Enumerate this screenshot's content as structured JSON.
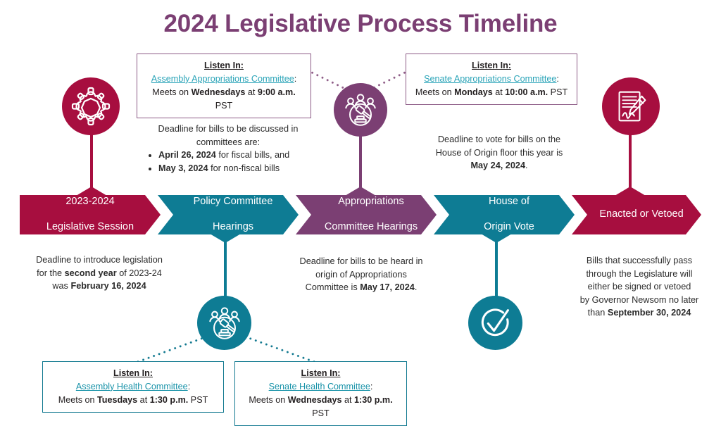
{
  "title": "2024 Legislative Process Timeline",
  "colors": {
    "crimson": "#A70E3F",
    "teal": "#0E7C94",
    "purple": "#7B3F73",
    "title_purple": "#7B3F73",
    "link_teal": "#2AA4B8",
    "text": "#2B2B2B"
  },
  "stages": [
    {
      "line1": "2023-2024",
      "line2": "Legislative Session",
      "color": "#A70E3F",
      "name": "stage-legislative-session"
    },
    {
      "line1": "Policy Committee",
      "line2": "Hearings",
      "color": "#0E7C94",
      "name": "stage-policy-committee-hearings"
    },
    {
      "line1": "Appropriations",
      "line2": "Committee Hearings",
      "color": "#7B3F73",
      "name": "stage-appropriations-committee-hearings"
    },
    {
      "line1": "House of",
      "line2": "Origin Vote",
      "color": "#0E7C94",
      "name": "stage-house-of-origin-vote"
    },
    {
      "line1": "Enacted or Vetoed",
      "line2": "",
      "color": "#A70E3F",
      "name": "stage-enacted-or-vetoed"
    }
  ],
  "callouts": {
    "assembly_appropriations": {
      "header": "Listen In:",
      "committee": "Assembly Appropriations Committee",
      "colon": ":",
      "meets_prefix": "Meets on ",
      "day": "Wednesdays",
      "at": " at ",
      "time": "9:00 a.m.",
      "tz": " PST"
    },
    "senate_appropriations": {
      "header": "Listen In:",
      "committee": "Senate Appropriations Committee",
      "colon": ":",
      "meets_prefix": "Meets on ",
      "day": "Mondays",
      "at": " at ",
      "time": "10:00 a.m.",
      "tz": " PST"
    },
    "assembly_health": {
      "header": "Listen In:",
      "committee": "Assembly Health Committee",
      "colon": ":",
      "meets_prefix": "Meets on ",
      "day": "Tuesdays",
      "at": " at ",
      "time": "1:30 p.m.",
      "tz": " PST"
    },
    "senate_health": {
      "header": "Listen In:",
      "committee": "Senate Health Committee",
      "colon": ":",
      "meets_prefix": "Meets on ",
      "day": "Wednesdays",
      "at": " at ",
      "time": "1:30 p.m.",
      "tz": " PST"
    }
  },
  "notes": {
    "committee_deadlines": {
      "intro_line1": "Deadline for bills to be discussed in",
      "intro_line2": "committees are:",
      "bullet1_date": "April 26, 2024",
      "bullet1_rest": " for fiscal bills, and",
      "bullet2_date": "May 3, 2024",
      "bullet2_rest": " for non-fiscal bills"
    },
    "house_of_origin_deadline": {
      "line1": "Deadline to vote for bills on the",
      "line2": "House of Origin floor this year is",
      "date": "May 24, 2024",
      "period": "."
    },
    "introduce_deadline": {
      "line1": "Deadline to introduce legislation",
      "line2_pre": "for the ",
      "line2_bold": "second year",
      "line2_post": " of 2023-24",
      "line3_pre": "was ",
      "line3_bold": "February 16, 2024"
    },
    "appropriations_deadline": {
      "line1": "Deadline for bills to be heard in",
      "line2": "origin of Appropriations",
      "line3_pre": "Committee is ",
      "line3_bold": "May 17, 2024",
      "line3_post": "."
    },
    "enacted_note": {
      "line1": "Bills that successfully pass",
      "line2": "through the Legislature will",
      "line3": "either be signed or vetoed",
      "line4": "by Governor Newsom no later",
      "line5_pre": "than ",
      "line5_bold": "September 30, 2024"
    }
  },
  "icons": {
    "roundtable": "roundtable-committee-icon",
    "gavel_purple": "gavel-committee-icon",
    "signature": "document-signature-icon",
    "gavel_teal": "gavel-committee-icon",
    "check": "check-circle-icon"
  }
}
